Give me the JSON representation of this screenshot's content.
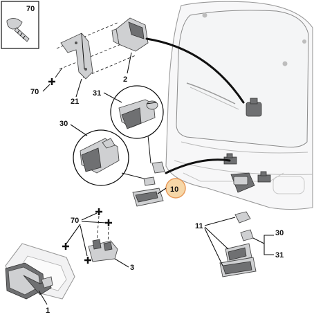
{
  "callouts": {
    "c70_box": "70",
    "c70_left": "70",
    "c70_bottom": "70",
    "c21": "21",
    "c2": "2",
    "c31_top": "31",
    "c30_top": "30",
    "c10": "10",
    "c11": "11",
    "c30_right": "30",
    "c31_right": "31",
    "c3": "3",
    "c1": "1"
  },
  "colors": {
    "highlight_fill": "#f6d7a8",
    "highlight_stroke": "#e89a5a"
  }
}
